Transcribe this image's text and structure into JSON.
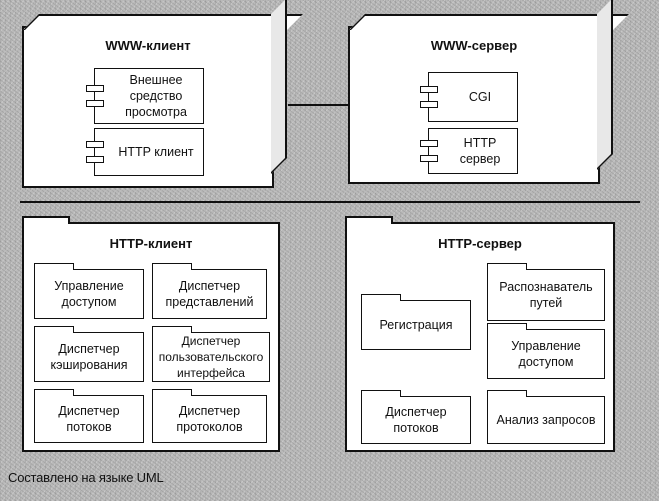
{
  "www_client": {
    "title": "WWW-клиент",
    "components": [
      "Внешнее средство просмотра",
      "HTTP клиент"
    ]
  },
  "www_server": {
    "title": "WWW-сервер",
    "components": [
      "CGI",
      "HTTP сервер"
    ]
  },
  "http_client": {
    "title": "HTTP-клиент",
    "packages": [
      "Управление доступом",
      "Диспетчер представлений",
      "Диспетчер кэширования",
      "Диспетчер пользовательского интерфейса",
      "Диспетчер потоков",
      "Диспетчер протоколов"
    ]
  },
  "http_server": {
    "title": "HTTP-сервер",
    "packages": [
      "Распознаватель путей",
      "Регистрация",
      "Управление доступом",
      "Диспетчер потоков",
      "Анализ запросов"
    ]
  },
  "caption": "Составлено на языке UML"
}
